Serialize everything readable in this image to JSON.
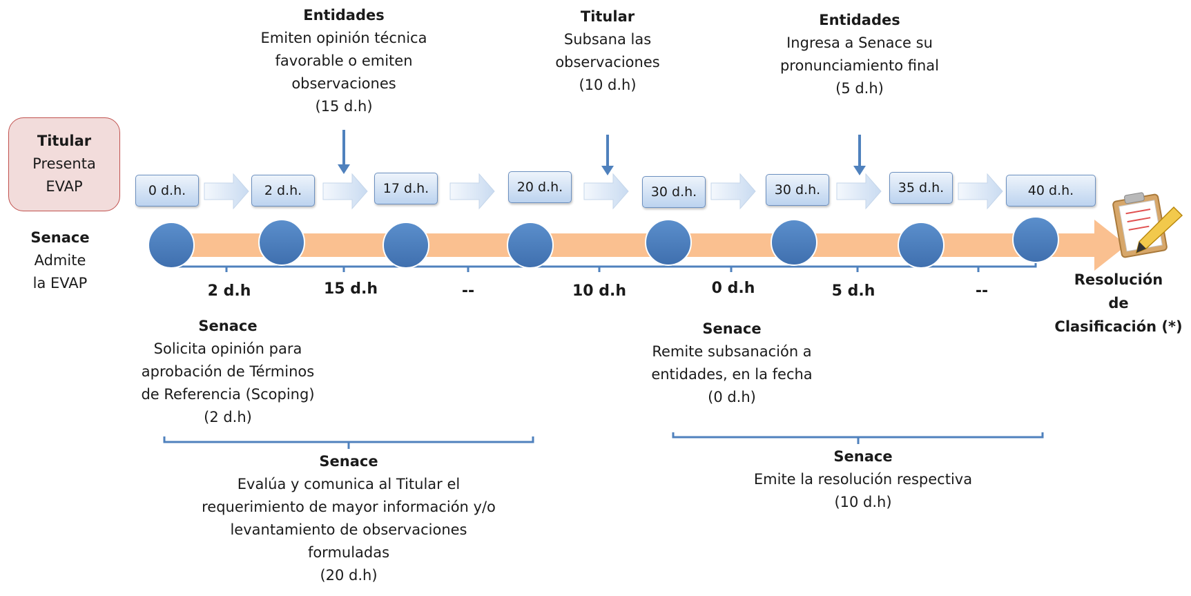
{
  "start": {
    "titular": {
      "role": "Titular",
      "line1": "Presenta",
      "line2": "EVAP"
    },
    "senace": {
      "role": "Senace",
      "line1": "Admite",
      "line2": "la EVAP"
    }
  },
  "timeline": {
    "day_markers": [
      "0 d.h.",
      "2 d.h.",
      "17 d.h.",
      "20 d.h.",
      "30 d.h.",
      "30 d.h.",
      "35 d.h.",
      "40 d.h."
    ],
    "segment_durations": [
      "2 d.h",
      "15 d.h",
      "--",
      "10 d.h",
      "0 d.h",
      "5 d.h",
      "--"
    ],
    "end_label": {
      "line1": "Resolución",
      "line2": "de",
      "line3": "Clasificación (*)"
    }
  },
  "top_notes": [
    {
      "role": "Entidades",
      "lines": [
        "Emiten opinión técnica",
        "favorable o emiten",
        "observaciones",
        "(15 d.h)"
      ]
    },
    {
      "role": "Titular",
      "lines": [
        "Subsana las",
        "observaciones",
        "(10 d.h)"
      ]
    },
    {
      "role": "Entidades",
      "lines": [
        "Ingresa a Senace su",
        "pronunciamiento  final",
        "(5 d.h)"
      ]
    }
  ],
  "bottom_notes": [
    {
      "role": "Senace",
      "lines": [
        "Solicita opinión para",
        "aprobación de Términos",
        "de Referencia (Scoping)",
        "(2 d.h)"
      ]
    },
    {
      "role": "Senace",
      "lines": [
        "Remite subsanación a",
        "entidades, en la fecha",
        "(0 d.h)"
      ]
    },
    {
      "role": "Senace",
      "lines": [
        "Evalúa y comunica  al Titular el",
        "requerimiento  de mayor información y/o",
        "levantamiento de observaciones",
        "formuladas",
        "(20 d.h)"
      ]
    },
    {
      "role": "Senace",
      "lines": [
        "Emite la resolución respectiva",
        "(10 d.h)"
      ]
    }
  ],
  "colors": {
    "node": "#4f81bd",
    "band": "#fac090",
    "box_border": "#6b8fbf",
    "titular_fill": "#f2dcdb",
    "titular_border": "#c0504d"
  }
}
